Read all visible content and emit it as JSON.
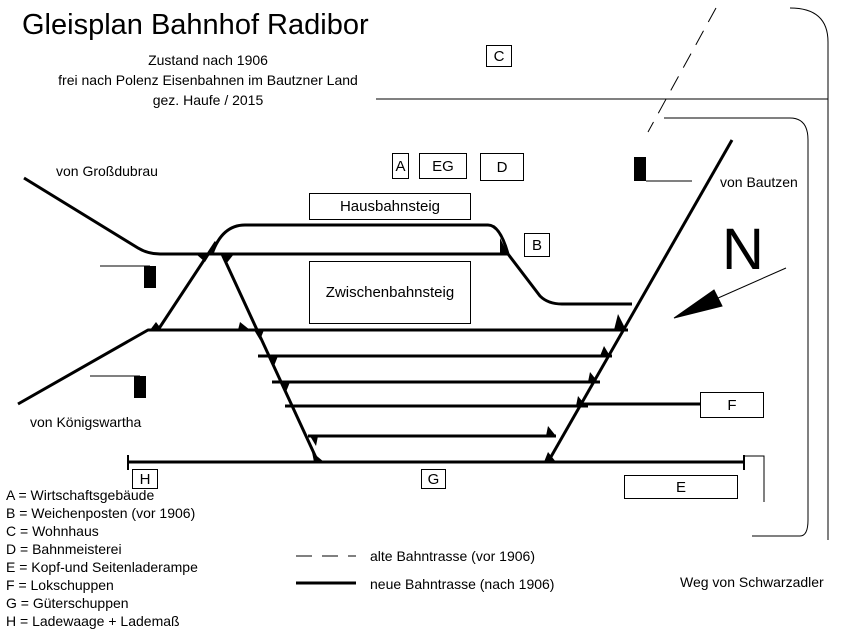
{
  "title": "Gleisplan Bahnhof Radibor",
  "subtitle": [
    "Zustand nach 1906",
    "frei nach Polenz Eisenbahnen im Bautzner Land",
    "gez. Haufe / 2015"
  ],
  "directions": {
    "grossdubrau": "von Großdubrau",
    "koenigswartha": "von Königswartha",
    "bautzen": "von Bautzen",
    "schwarzadler": "Weg von Schwarzadler"
  },
  "platforms": {
    "haus": "Hausbahnsteig",
    "zwischen": "Zwischenbahnsteig"
  },
  "buildings": {
    "A": "A",
    "B": "B",
    "C": "C",
    "D": "D",
    "E": "E",
    "EG": "EG",
    "F": "F",
    "G": "G",
    "H": "H"
  },
  "north": "N",
  "legend": [
    "A = Wirtschaftsgebäude",
    "B = Weichenposten (vor 1906)",
    "C = Wohnhaus",
    "D = Bahnmeisterei",
    "E = Kopf-und Seitenladerampe",
    "F = Lokschuppen",
    "G = Güterschuppen",
    "H = Ladewaage + Lademaß"
  ],
  "line_legend": {
    "old": "alte Bahntrasse (vor 1906)",
    "new": "neue Bahntrasse (nach 1906)"
  }
}
